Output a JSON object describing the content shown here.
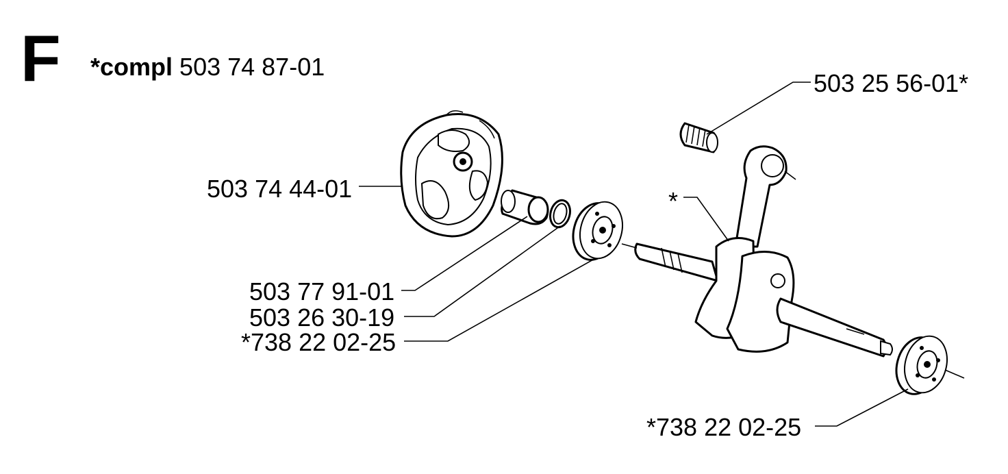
{
  "section": {
    "letter": "F"
  },
  "assembly": {
    "prefix": "*compl",
    "number": "503 74 87-01"
  },
  "parts": {
    "clutch": "503 74 44-01",
    "spacer": "503 77 91-01",
    "washer": "503 26 30-19",
    "bearing_left": "*738 22 02-25",
    "needle_bearing": "503 25 56-01*",
    "crankshaft": "*",
    "bearing_right": "*738 22 02-25"
  }
}
